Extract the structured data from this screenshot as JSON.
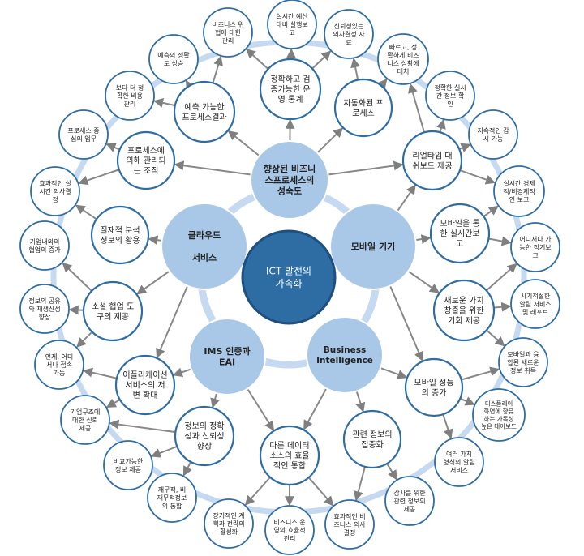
{
  "center": {
    "label": "ICT 발전의\n가속화"
  },
  "hubs": {
    "top": "향상된 비즈니\n스프로세스의\n성숙도",
    "left": "클라우드\n\n서비스",
    "right": "모바일 기기",
    "bottom_left": "IMS 인증과\nEAI",
    "bottom_right": "Business\nIntelligence"
  },
  "inner_nodes": {
    "n1": "정확하고 검\n증가능한 운\n영 통계",
    "n2": "자동화된 프\n로세스",
    "n3": "예측 가능한\n프로세스결과",
    "n4": "프로세스에\n의해 관리되\n는 조직",
    "n5": "리얼타임 대\n쉬보드 제공",
    "n6": "질재적 분석\n정보의 활용",
    "n7": "모바일을 통\n한 실시간보\n고",
    "n8": "소셜 협업 도\n구의 제공",
    "n9": "새로운 가치\n창출을 위한\n기회 제공",
    "n10": "어플리케이션\n서비스의 저\n변 확대",
    "n11": "모바일 성능\n의 증가",
    "n12": "정보의 정확\n성과 신뢰성\n향상",
    "n13": "다른 데이터\n소스의 효율\n적인 통합",
    "n14": "관련 정보의\n집중화"
  },
  "outer_nodes": {
    "o1": "비즈니스 위\n협에 대한\n관리",
    "o2": "실시간 예산\n대비 실행보\n고",
    "o3": "신뢰성있는\n의사결정 자\n료",
    "o4": "예측의 정확\n도 상승",
    "o5": "빠르고, 정\n확하게 비즈\n니스 상황에\n대처",
    "o6": "보다 더 정\n확한 비용\n관리",
    "o7": "정확한 실시\n간 정보 확\n인",
    "o8": "프로세스 중\n심의 업무",
    "o9": "지속적인 감\n시 가능",
    "o10": "효과적인 실\n시간 의사결\n정",
    "o11": "실시간 경제\n적/비경제적\n인 보고",
    "o12": "기업내외의\n협업의 증가",
    "o13": "어디서나 가\n능한 정기보\n고",
    "o14": "정보의 공유\n와 재생산성\n향상",
    "o15": "시기적절한\n알림 서비스\n및 레포트",
    "o16": "언제, 어디\n서나 접속\n가능",
    "o17": "모바일과 융\n합된 새로운\n정보 취득",
    "o18": "기업구조에\n대한 신뢰\n제공",
    "o19": "디스플레이\n화면에 향유\n하는 가독성\n높은 데이보드",
    "o20": "비교가능한\n정보 제공",
    "o21": "여러 가지\n형식의 알림\n서비스",
    "o22": "재무적, 비\n재무적정보\n의 통합",
    "o23": "감사를 위한\n관련 정보의\n제공",
    "o24": "장기적인 계\n획과 전략의\n활성화",
    "o25": "비즈니스 운\n영의 효율적\n관리",
    "o26": "효과적인 비\n즈니스 의사\n결정"
  },
  "colors": {
    "center_fill": "#2e6da4",
    "hub_fill": "#a9c8e8",
    "node_fill": "#ffffff",
    "node_stroke": "#2e6da4",
    "ring": "#c5d9f0",
    "arrow": "#888888",
    "center_text": "#ffffff",
    "text": "#222222"
  }
}
